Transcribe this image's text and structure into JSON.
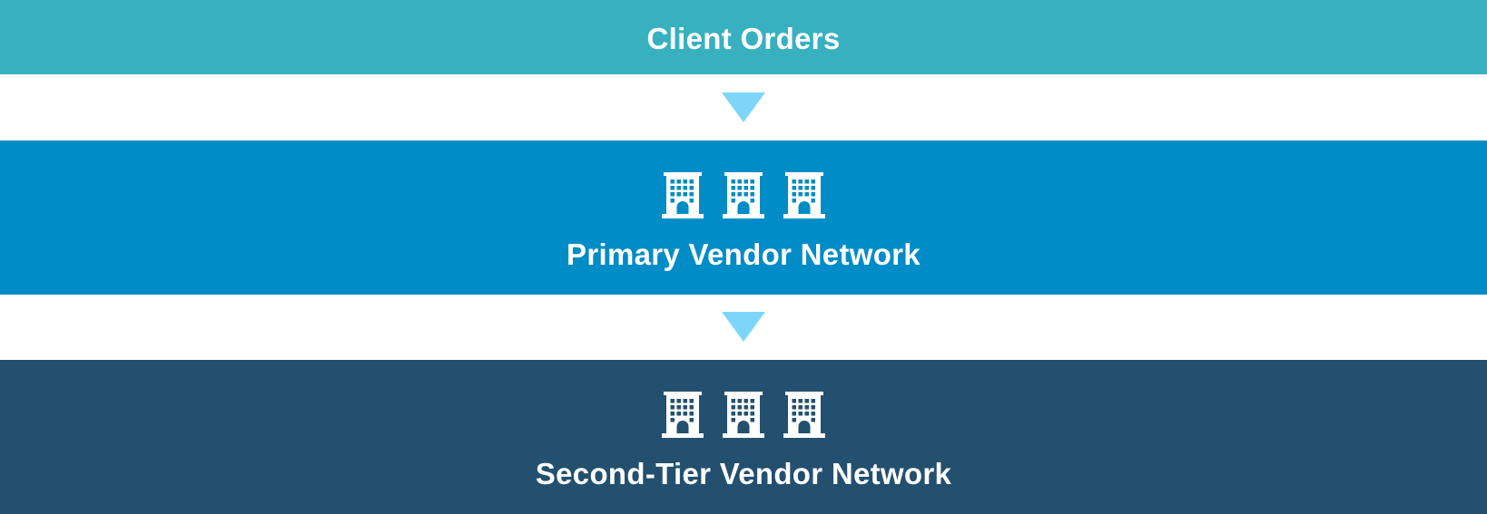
{
  "flow": {
    "steps": [
      {
        "label": "Client Orders",
        "icon_name": "",
        "icon_count": 0,
        "color": "#37b1c0"
      },
      {
        "label": "Primary Vendor Network",
        "icon_name": "building-icon",
        "icon_count": 3,
        "color": "#008cc6"
      },
      {
        "label": "Second-Tier Vendor Network",
        "icon_name": "building-icon",
        "icon_count": 3,
        "color": "#23506e"
      }
    ],
    "arrow_color": "#7dd6fa",
    "arrow_icon": "arrow-down-icon"
  }
}
